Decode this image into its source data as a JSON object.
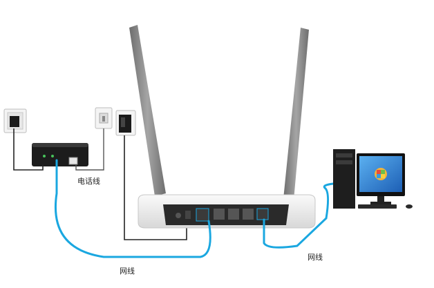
{
  "labels": {
    "phone_line": "电话线",
    "network_cable_modem": "网线",
    "network_cable_pc": "网线"
  },
  "colors": {
    "network_cable": "#1aa7e0",
    "power_cable": "#222222",
    "router_body": "#e9e9e9",
    "router_back": "#2b2b2b",
    "antenna": "#8c8c8c",
    "monitor_screen": "#2f7fd6"
  },
  "icons": [
    "wall-power-socket-icon",
    "phone-wall-jack-icon",
    "power-adapter-icon",
    "modem-icon",
    "router-icon",
    "computer-icon"
  ]
}
